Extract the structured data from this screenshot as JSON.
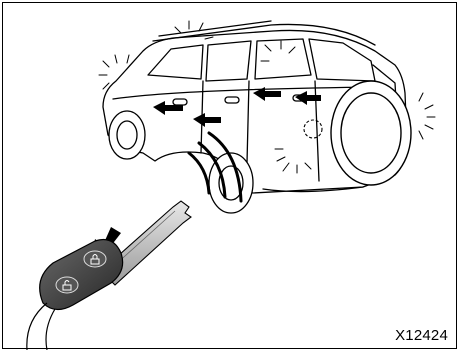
{
  "figure": {
    "code": "X12424"
  },
  "icons": {
    "car": "suv-rear-quarter-outline",
    "key": "remote-key-fob",
    "lock_arrows": "door-lock-arrow-icon",
    "flash": "hazard-flash-icon",
    "signal": "radio-wave-icon"
  },
  "colors": {
    "line": "#000000",
    "fob": "#3a3a3a",
    "background": "#ffffff"
  }
}
